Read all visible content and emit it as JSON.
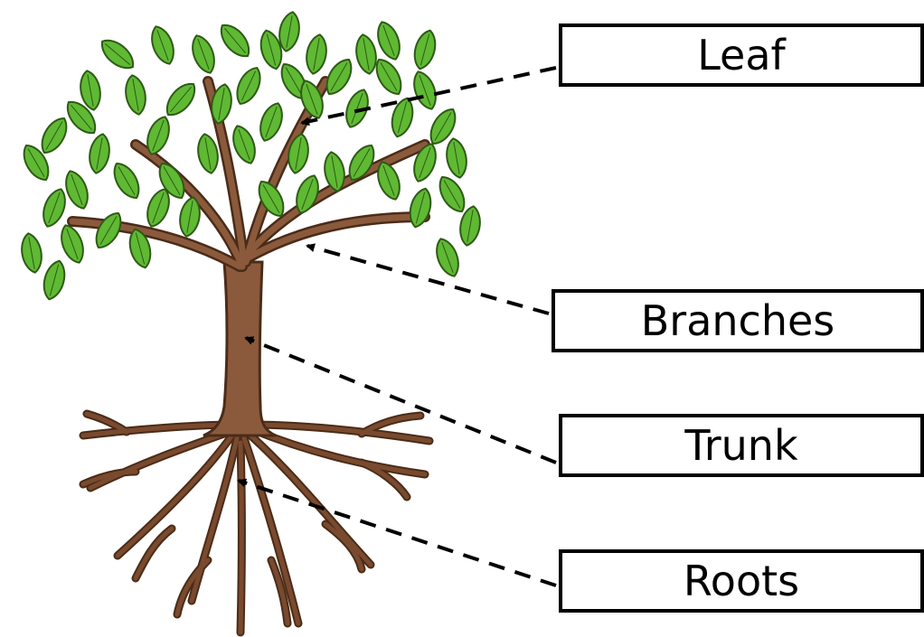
{
  "labels": {
    "leaf": "Leaf",
    "branches": "Branches",
    "trunk": "Trunk",
    "roots": "Roots"
  },
  "colors": {
    "leaf_fill": "#5fb933",
    "leaf_outline": "#2e5a16",
    "bark": "#8b5a3c",
    "bark_outline": "#4a2c18",
    "root": "#7a4a2e",
    "line": "#000000"
  }
}
